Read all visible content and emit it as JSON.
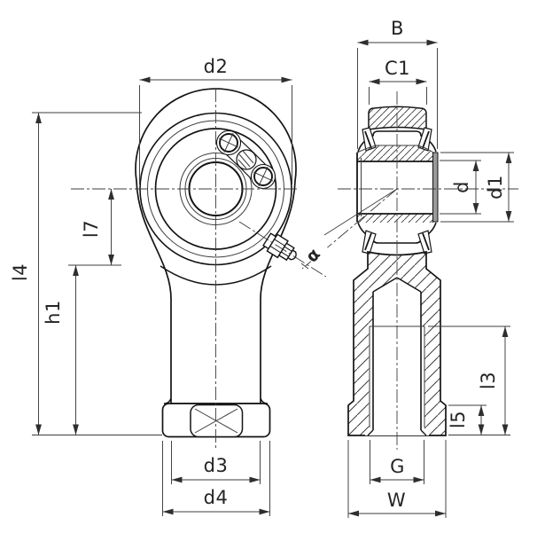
{
  "drawing": {
    "kind": "technical-drawing",
    "subject": "rod end spherical bearing, front view and sectioned side view",
    "colors": {
      "background": "#ffffff",
      "outline": "#141414",
      "thin_line": "#3c3c3c",
      "section_face_gray": "#9a9a9a",
      "text": "#242424"
    },
    "labels": {
      "d2": "d2",
      "l4": "l4",
      "h1": "h1",
      "l7": "l7",
      "d3": "d3",
      "d4": "d4",
      "B": "B",
      "C1": "C1",
      "d": "d",
      "d1": "d1",
      "alpha": "α",
      "l3": "l3",
      "l5": "l5",
      "G": "G",
      "W": "W"
    }
  }
}
